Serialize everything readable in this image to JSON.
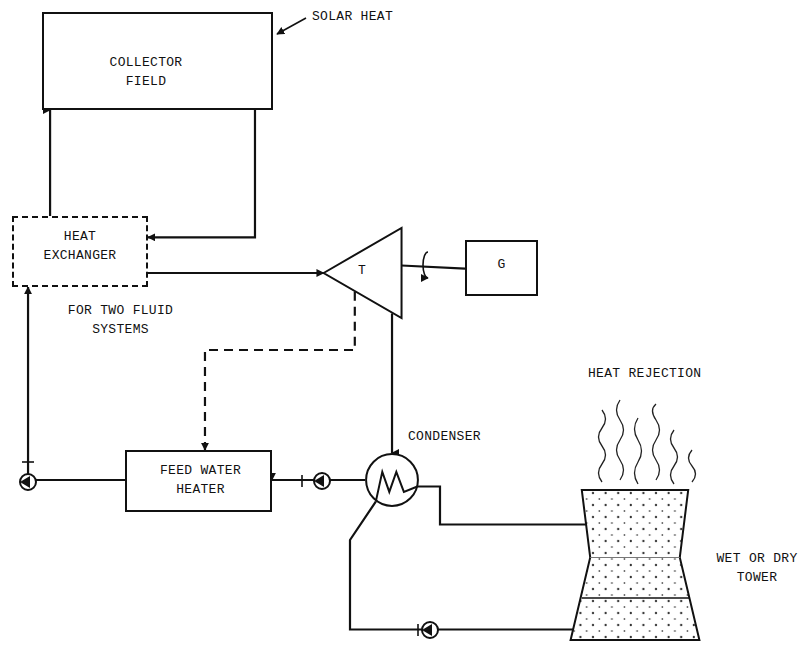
{
  "diagram": {
    "nodes": [
      {
        "text": [
          "COLLECTOR FIELD"
        ]
      },
      {
        "text": [
          "HEAT EXCHANGER",
          "FOR TWO FLUID SYSTEMS"
        ]
      },
      {
        "text": [
          "T"
        ]
      },
      {
        "text": [
          "G"
        ]
      },
      {
        "text": [
          "CONDENSER"
        ]
      },
      {
        "text": [
          "FEED WATER HEATER"
        ]
      },
      {
        "text": [
          "WET OR DRY TOWER"
        ]
      }
    ],
    "edges": [
      {
        "from": 0,
        "to": 1,
        "arrow": "to"
      },
      {
        "from": 1,
        "to": 0,
        "arrow": "to"
      },
      {
        "from": 1,
        "to": 2,
        "arrow": "to"
      },
      {
        "from": 2,
        "to": 3,
        "arrow": "none"
      },
      {
        "from": 2,
        "to": 4,
        "arrow": "to"
      },
      {
        "from": 2,
        "to": 5,
        "arrow": "to"
      },
      {
        "from": 4,
        "to": 5,
        "arrow": "to"
      },
      {
        "from": 5,
        "to": 1,
        "arrow": "to"
      },
      {
        "from": 4,
        "to": 6,
        "arrow": "none"
      },
      {
        "from": 6,
        "to": 4,
        "arrow": "none"
      }
    ],
    "labels": [
      "SOLAR HEAT",
      "HEAT REJECTION"
    ]
  }
}
